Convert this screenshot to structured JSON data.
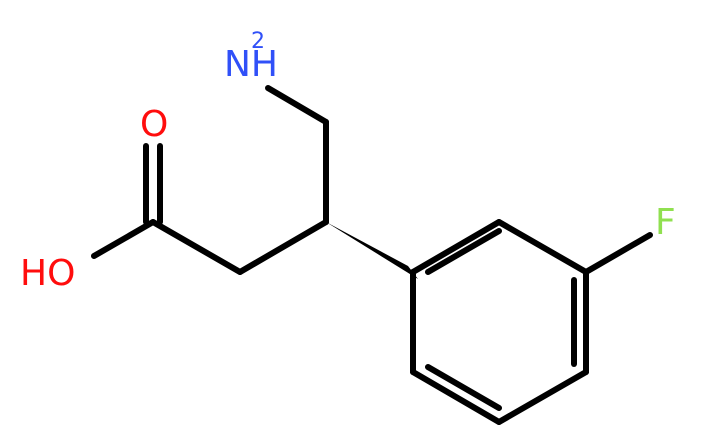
{
  "molecule": {
    "atoms": {
      "amine": {
        "label": "NH",
        "subscript": "2",
        "color": "#3050F8"
      },
      "carbonyl_oxygen": {
        "label": "O",
        "color": "#FF0D0D"
      },
      "hydroxyl": {
        "label": "HO",
        "color": "#FF0D0D"
      },
      "fluorine": {
        "label": "F",
        "color": "#90E050"
      }
    },
    "bond_color": "#000000"
  }
}
